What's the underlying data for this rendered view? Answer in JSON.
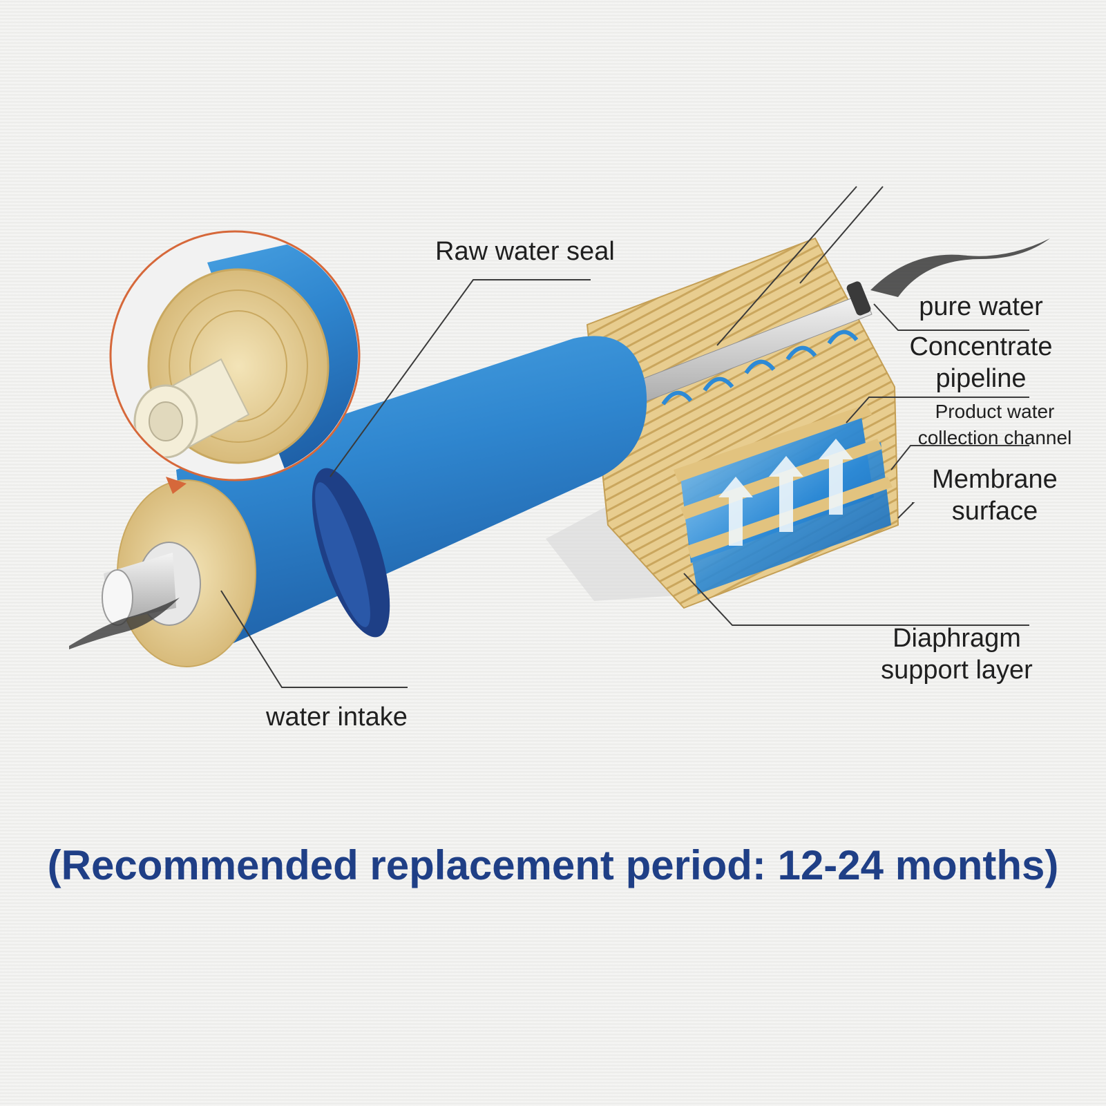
{
  "labels": {
    "raw_water_seal": "Raw water seal",
    "pure_water": "pure water",
    "concentrate_pipeline": "Concentrate pipeline",
    "product_water_channel": "Product water collection channel",
    "membrane_surface": "Membrane surface",
    "diaphragm_support": "Diaphragm support layer",
    "water_intake": "water intake"
  },
  "footer": "(Recommended replacement period: 12-24 months)",
  "colors": {
    "membrane_blue": "#2f86cf",
    "seal_ring": "#1e3f86",
    "layer_tan": "#e6c98a",
    "footer_text": "#1f3f86"
  }
}
